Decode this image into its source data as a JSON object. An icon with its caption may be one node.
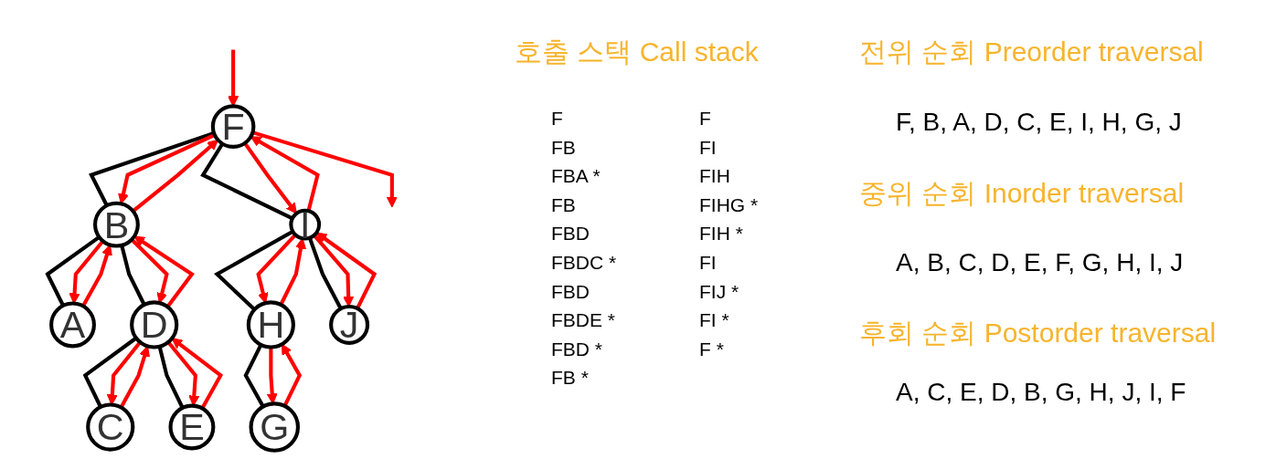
{
  "diagram": {
    "nodes": [
      {
        "text": [
          "F"
        ]
      },
      {
        "text": [
          "B"
        ]
      },
      {
        "text": [
          "I"
        ]
      },
      {
        "text": [
          "A"
        ]
      },
      {
        "text": [
          "D"
        ]
      },
      {
        "text": [
          "H"
        ]
      },
      {
        "text": [
          "J"
        ]
      },
      {
        "text": [
          "C"
        ]
      },
      {
        "text": [
          "E"
        ]
      },
      {
        "text": [
          "G"
        ]
      }
    ],
    "edges": [
      {
        "from": 0,
        "to": 1,
        "arrow": "none",
        "color": "#000000"
      },
      {
        "from": 0,
        "to": 2,
        "arrow": "none",
        "color": "#000000"
      },
      {
        "from": 1,
        "to": 3,
        "arrow": "none",
        "color": "#000000"
      },
      {
        "from": 1,
        "to": 4,
        "arrow": "none",
        "color": "#000000"
      },
      {
        "from": 2,
        "to": 5,
        "arrow": "none",
        "color": "#000000"
      },
      {
        "from": 2,
        "to": 6,
        "arrow": "none",
        "color": "#000000"
      },
      {
        "from": 4,
        "to": 7,
        "arrow": "none",
        "color": "#000000"
      },
      {
        "from": 4,
        "to": 8,
        "arrow": "none",
        "color": "#000000"
      },
      {
        "from": 5,
        "to": 9,
        "arrow": "none",
        "color": "#000000"
      },
      {
        "from": null,
        "to": 0,
        "arrow": "to"
      },
      {
        "from": 0,
        "to": 1,
        "arrow": "to"
      },
      {
        "from": 1,
        "to": 3,
        "arrow": "to"
      },
      {
        "from": 3,
        "to": 1,
        "arrow": "to"
      },
      {
        "from": 1,
        "to": 4,
        "arrow": "to"
      },
      {
        "from": 4,
        "to": 7,
        "arrow": "to"
      },
      {
        "from": 7,
        "to": 4,
        "arrow": "to"
      },
      {
        "from": 4,
        "to": 8,
        "arrow": "to"
      },
      {
        "from": 8,
        "to": 4,
        "arrow": "to"
      },
      {
        "from": 4,
        "to": 1,
        "arrow": "to"
      },
      {
        "from": 1,
        "to": 0,
        "arrow": "to"
      },
      {
        "from": 0,
        "to": 2,
        "arrow": "to"
      },
      {
        "from": 2,
        "to": 5,
        "arrow": "to"
      },
      {
        "from": 5,
        "to": 9,
        "arrow": "to"
      },
      {
        "from": 9,
        "to": 5,
        "arrow": "to"
      },
      {
        "from": 5,
        "to": 2,
        "arrow": "to"
      },
      {
        "from": 2,
        "to": 6,
        "arrow": "to"
      },
      {
        "from": 6,
        "to": 2,
        "arrow": "to"
      },
      {
        "from": 2,
        "to": 0,
        "arrow": "to"
      },
      {
        "from": 0,
        "to": null,
        "arrow": "to"
      }
    ],
    "labels": [
      "호출 스택 Call stack",
      "전위 순회 Preorder traversal",
      "F",
      "FB",
      "FBA *",
      "FB",
      "FBD",
      "FBDC *",
      "FBD",
      "FBDE *",
      "FBD *",
      "FB *",
      "F",
      "FI",
      "FIH",
      "FIHG *",
      "FIH *",
      "FI",
      "FIJ *",
      "FI *",
      "F *",
      "F, B, A, D, C, E, I, H, G, J",
      "중위 순회 Inorder traversal",
      "A, B, C, D, E, F, G, H, I, J",
      "후회 순회 Postorder traversal",
      "A, C, E, D, B, G, H, J, I, F"
    ]
  }
}
